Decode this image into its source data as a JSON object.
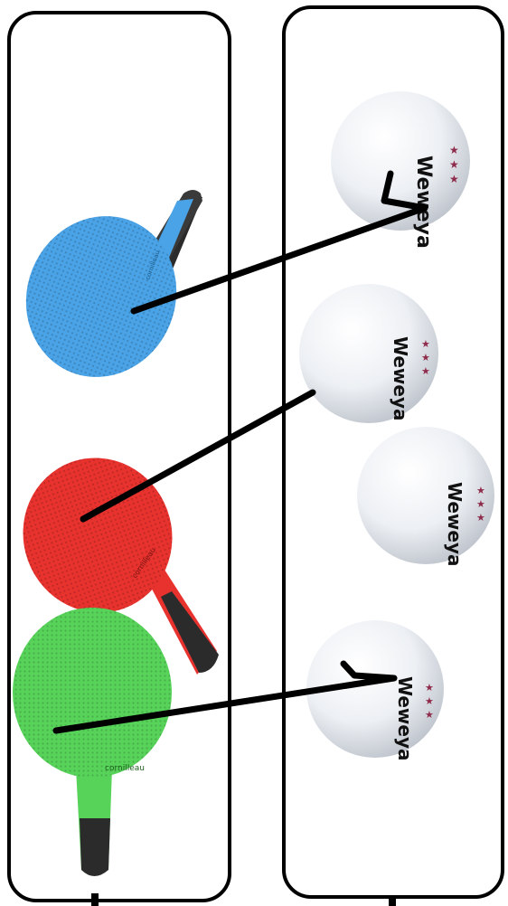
{
  "colors": {
    "outline": "#000000",
    "connector": "#000000",
    "paddle_blue": "#4aa3e6",
    "paddle_red": "#e8322e",
    "paddle_green": "#58d35a",
    "handle_dark": "#2b2b2b",
    "ball": "#f2f4f7",
    "ball_shadow": "#c9ced6",
    "star": "#8e2a4a"
  },
  "left_panel": {
    "paddles": [
      {
        "name": "blue-paddle",
        "color_key": "paddle_blue",
        "brand": "cornilleau"
      },
      {
        "name": "red-paddle",
        "color_key": "paddle_red",
        "brand": "cornilleau"
      },
      {
        "name": "green-paddle",
        "color_key": "paddle_green",
        "brand": "cornilleau"
      }
    ]
  },
  "right_panel": {
    "balls": [
      {
        "name": "ball-1",
        "brand": "Weweya",
        "stars": 3
      },
      {
        "name": "ball-2",
        "brand": "Weweya",
        "stars": 3
      },
      {
        "name": "ball-3",
        "brand": "Weweya",
        "stars": 3
      },
      {
        "name": "ball-4",
        "brand": "Weweya",
        "stars": 3
      }
    ]
  },
  "connections": [
    {
      "from": "blue-paddle",
      "to": "ball-1"
    },
    {
      "from": "red-paddle",
      "to": "ball-2"
    },
    {
      "from": "green-paddle",
      "to": "ball-4"
    }
  ]
}
